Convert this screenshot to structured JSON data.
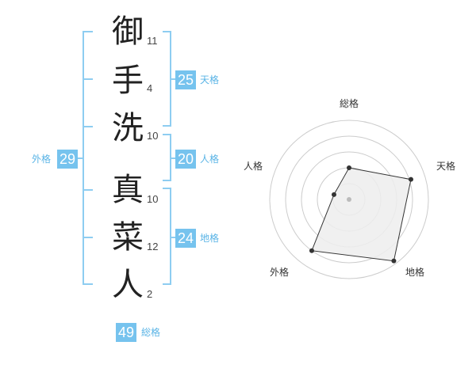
{
  "name": {
    "chars": [
      {
        "char": "御",
        "strokes": "11"
      },
      {
        "char": "手",
        "strokes": "4"
      },
      {
        "char": "洗",
        "strokes": "10"
      },
      {
        "char": "真",
        "strokes": "10"
      },
      {
        "char": "菜",
        "strokes": "12"
      },
      {
        "char": "人",
        "strokes": "2"
      }
    ]
  },
  "fortune": {
    "tenkaku": {
      "value": "25",
      "label": "天格"
    },
    "jinkaku": {
      "value": "20",
      "label": "人格"
    },
    "chikaku": {
      "value": "24",
      "label": "地格"
    },
    "gaikaku": {
      "value": "29",
      "label": "外格"
    },
    "soukaku": {
      "value": "49",
      "label": "総格"
    }
  },
  "radar": {
    "labels": {
      "soukaku": "総格",
      "tenkaku": "天格",
      "chikaku": "地格",
      "gaikaku": "外格",
      "jinkaku": "人格"
    },
    "levels": {
      "soukaku": 0.4,
      "tenkaku": 0.82,
      "chikaku": 0.96,
      "gaikaku": 0.8,
      "jinkaku": 0.2
    },
    "colors": {
      "grid": "#cccccc",
      "fill": "#ededed",
      "line": "#333333",
      "center": "#bbbbbb"
    }
  },
  "colors": {
    "accent": "#76c3ee",
    "bracket": "#76c3ee"
  }
}
